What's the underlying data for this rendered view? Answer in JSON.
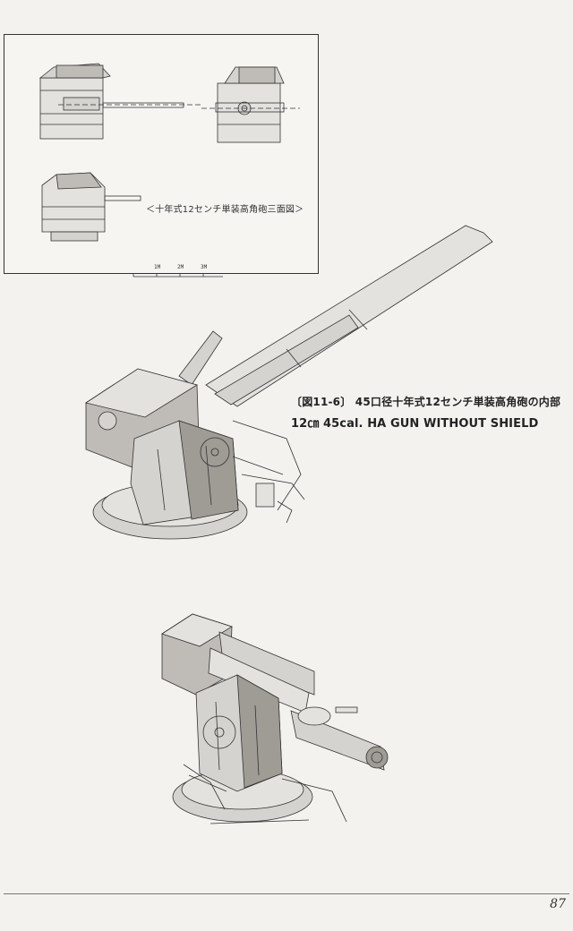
{
  "inset": {
    "caption": "＜十年式12センチ単装高角砲三面図＞",
    "scale_labels": [
      "1M",
      "2M",
      "3M"
    ]
  },
  "figure": {
    "caption_jp": "〔図11-6〕 45口径十年式12センチ単装高角砲の内部",
    "caption_en": "12㎝ 45cal. HA GUN WITHOUT SHIELD"
  },
  "page": {
    "number": "87"
  }
}
